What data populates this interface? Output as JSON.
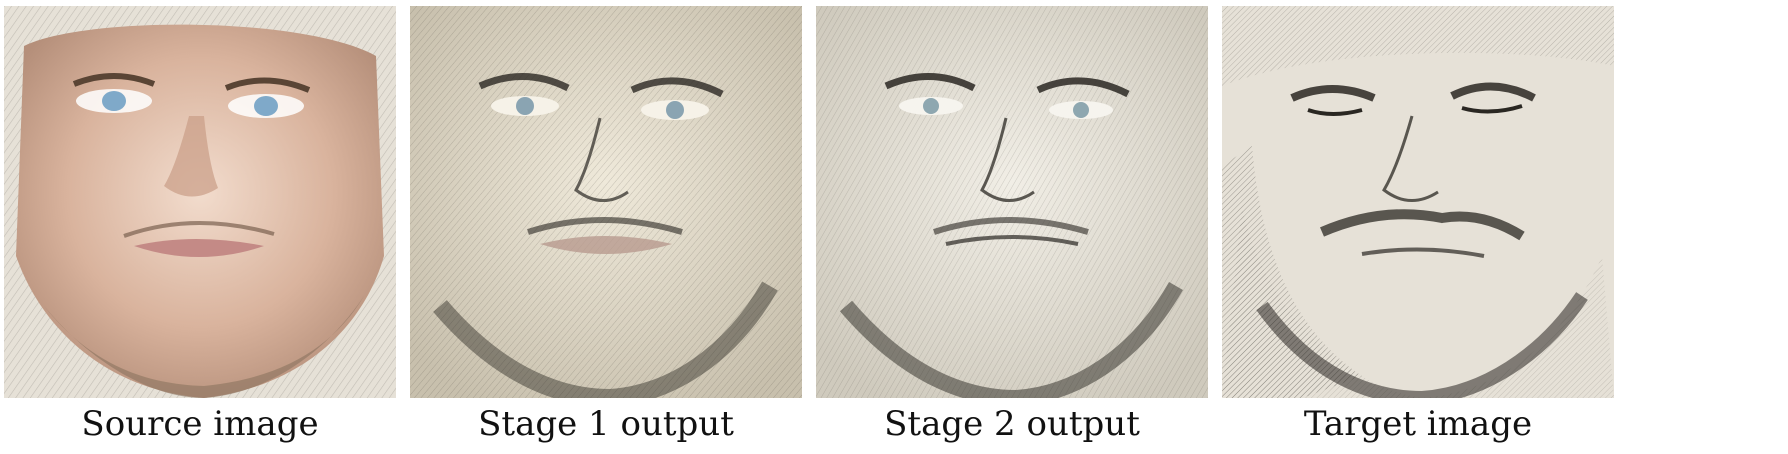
{
  "figure": {
    "panels": [
      {
        "caption": "Source image",
        "style": "photo",
        "tone": "#d9b9a2"
      },
      {
        "caption": "Stage 1 output",
        "style": "sketch-warm",
        "tone": "#e2dccb"
      },
      {
        "caption": "Stage 2 output",
        "style": "sketch-cool",
        "tone": "#e4e1d6"
      },
      {
        "caption": "Target image",
        "style": "etching",
        "tone": "#e6e1d7"
      }
    ]
  },
  "colors": {
    "paper": "#e6e1d7",
    "ink": "#2a2722",
    "skin": "#d6b29a",
    "iris": "#7fa9c9"
  }
}
